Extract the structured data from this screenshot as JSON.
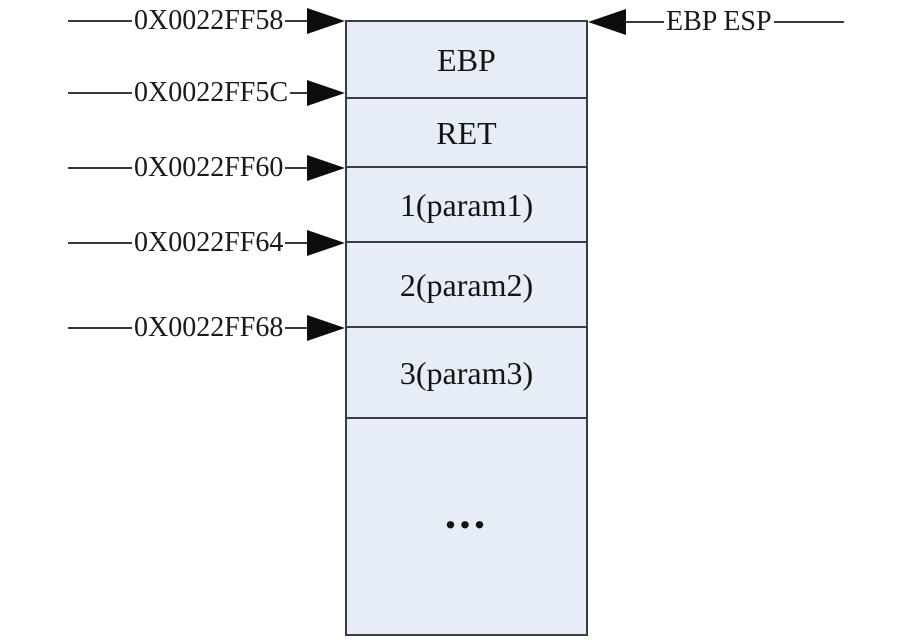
{
  "diagram": {
    "description": "Stack memory layout after a function call: addresses on the left point to stack slots, EBP/ESP registers point to the top of the frame",
    "colors": {
      "cell_fill": "#e7edf6",
      "box_border": "#383d43",
      "line": "#3a3a3a",
      "arrow": "#0d0d0d"
    },
    "stack": {
      "cells": [
        {
          "label": "EBP"
        },
        {
          "label": "RET"
        },
        {
          "label": "1(param1)"
        },
        {
          "label": "2(param2)"
        },
        {
          "label": "3(param3)"
        },
        {
          "label": "..."
        }
      ]
    },
    "address_pointers": [
      {
        "label": "0X0022FF58"
      },
      {
        "label": "0X0022FF5C"
      },
      {
        "label": "0X0022FF60"
      },
      {
        "label": "0X0022FF64"
      },
      {
        "label": "0X0022FF68"
      }
    ],
    "register_pointer": {
      "label": "EBP ESP"
    }
  }
}
